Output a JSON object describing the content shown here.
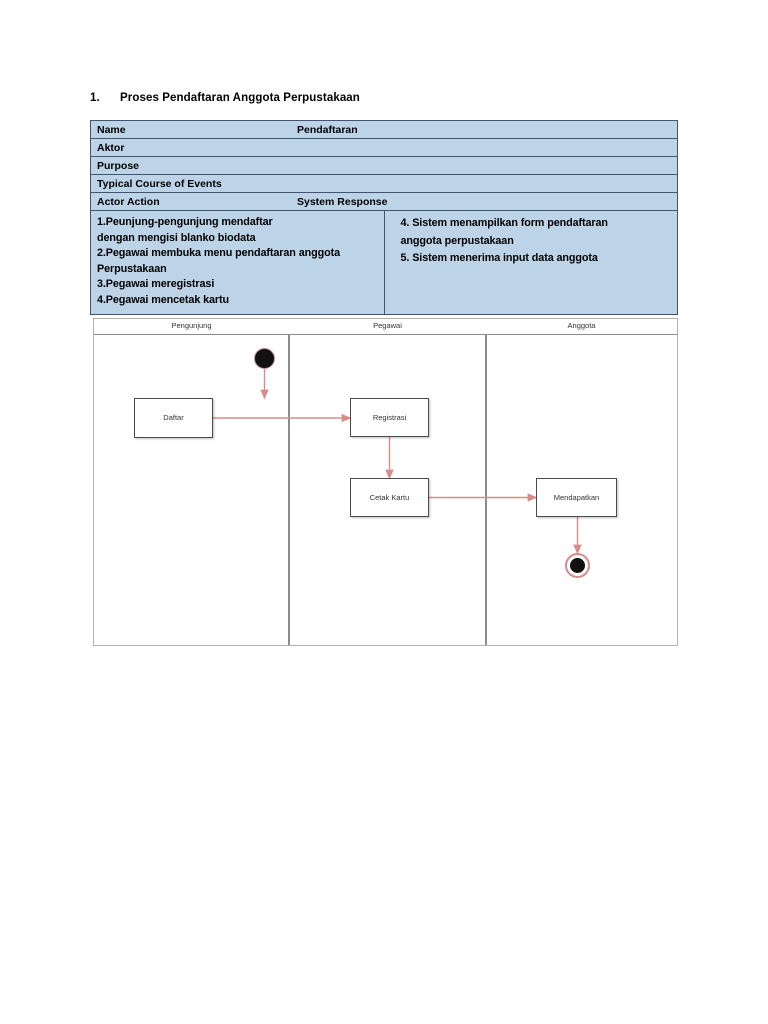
{
  "heading": {
    "number": "1.",
    "text": "Proses Pendaftaran Anggota Perpustakaan"
  },
  "usecase_table": {
    "rows": [
      {
        "label": "Name",
        "value": "Pendaftaran"
      },
      {
        "label": "Aktor",
        "value": ""
      },
      {
        "label": "Purpose",
        "value": ""
      },
      {
        "label": "Typical Course of Events",
        "value": ""
      }
    ],
    "column_headers": {
      "actor_action": "Actor Action",
      "system_response": "System Response"
    },
    "actor_action_items": [
      "1.Peunjung-pengunjung mendaftar",
      "dengan mengisi blanko biodata",
      "2.Pegawai membuka menu pendaftaran anggota",
      "Perpustakaan",
      "3.Pegawai meregistrasi",
      "4.Pegawai mencetak kartu"
    ],
    "system_response_items": [
      "4. Sistem menampilkan form pendaftaran",
      "anggota perpustakaan",
      "5. Sistem menerima input data anggota"
    ]
  },
  "diagram": {
    "lanes": [
      {
        "title": "Pengunjung"
      },
      {
        "title": "Pegawai"
      },
      {
        "title": "Anggota"
      }
    ],
    "nodes": [
      {
        "id": "start",
        "label": "",
        "type": "initial-node"
      },
      {
        "id": "daftar",
        "label": "Daftar",
        "type": "activity"
      },
      {
        "id": "registrasi",
        "label": "Registrasi",
        "type": "activity"
      },
      {
        "id": "cetak-kartu",
        "label": "Cetak Kartu",
        "type": "activity"
      },
      {
        "id": "mendapatkan",
        "label": "Mendapatkan",
        "type": "activity"
      },
      {
        "id": "end",
        "label": "",
        "type": "final-node"
      }
    ],
    "colors": {
      "flow_arrow": "#e0a0a0",
      "node_border": "#4a4a4a",
      "lane_border": "#8c8c8c",
      "table_fill": "#bcd3e8",
      "table_border": "#41546b"
    }
  }
}
